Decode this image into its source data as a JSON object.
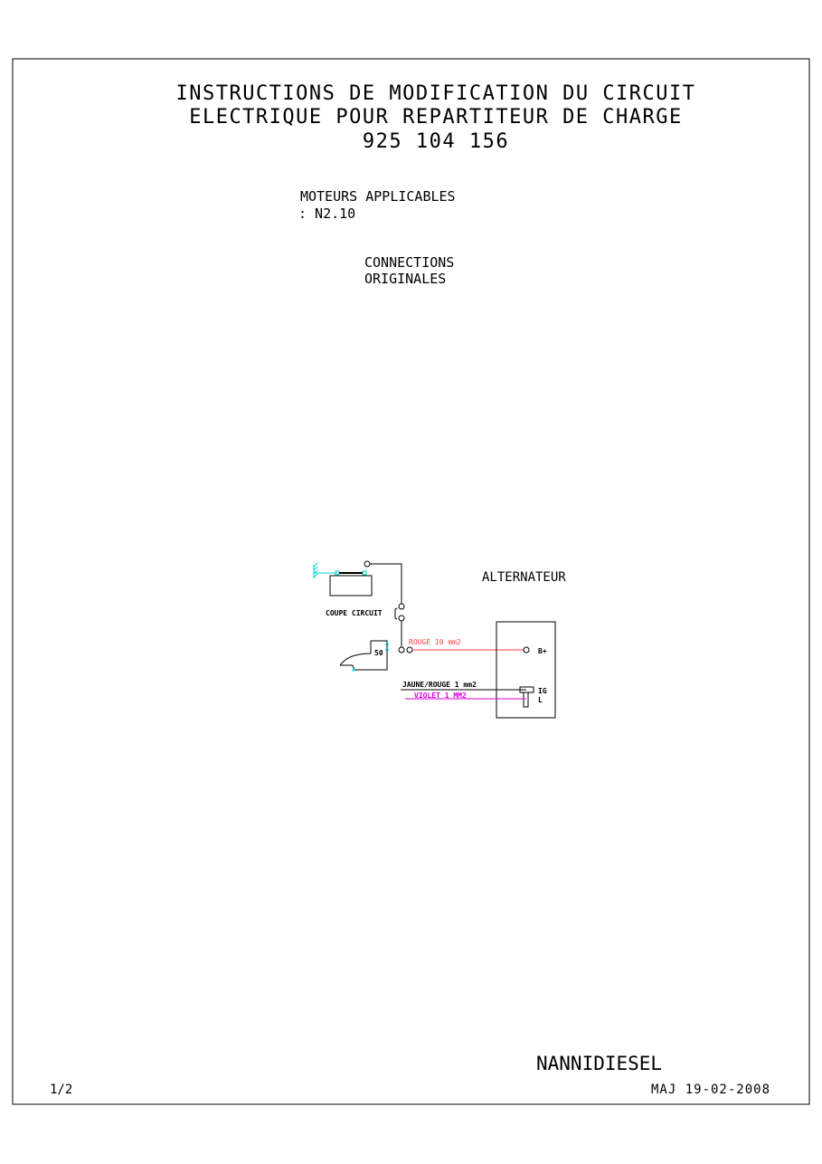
{
  "title": {
    "line1": "INSTRUCTIONS DE MODIFICATION DU CIRCUIT",
    "line2": "ELECTRIQUE POUR REPARTITEUR DE CHARGE",
    "line3": "925 104 156"
  },
  "engines": {
    "label": "MOTEURS APPLICABLES",
    "value": ": N2.10"
  },
  "section": {
    "line1": "CONNECTIONS",
    "line2": "ORIGINALES"
  },
  "diagram": {
    "alternator_label": "ALTERNATEUR",
    "switch_label": "COUPE CIRCUIT",
    "starter_terminal": "50",
    "red_wire_label": "ROUGE 10 mm2",
    "yellow_red_wire_label": "JAUNE/ROUGE 1 mm2",
    "violet_wire_label": "VIOLET 1 MM2",
    "terminal_bplus": "B+",
    "terminal_ig": "IG",
    "terminal_l": "L",
    "colors": {
      "red_wire": "#ff4040",
      "violet_wire": "#e000e0",
      "ground": "#00d0d0"
    }
  },
  "footer": {
    "brand": "NANNIDIESEL",
    "page": "1/2",
    "date": "MAJ 19-02-2008"
  }
}
